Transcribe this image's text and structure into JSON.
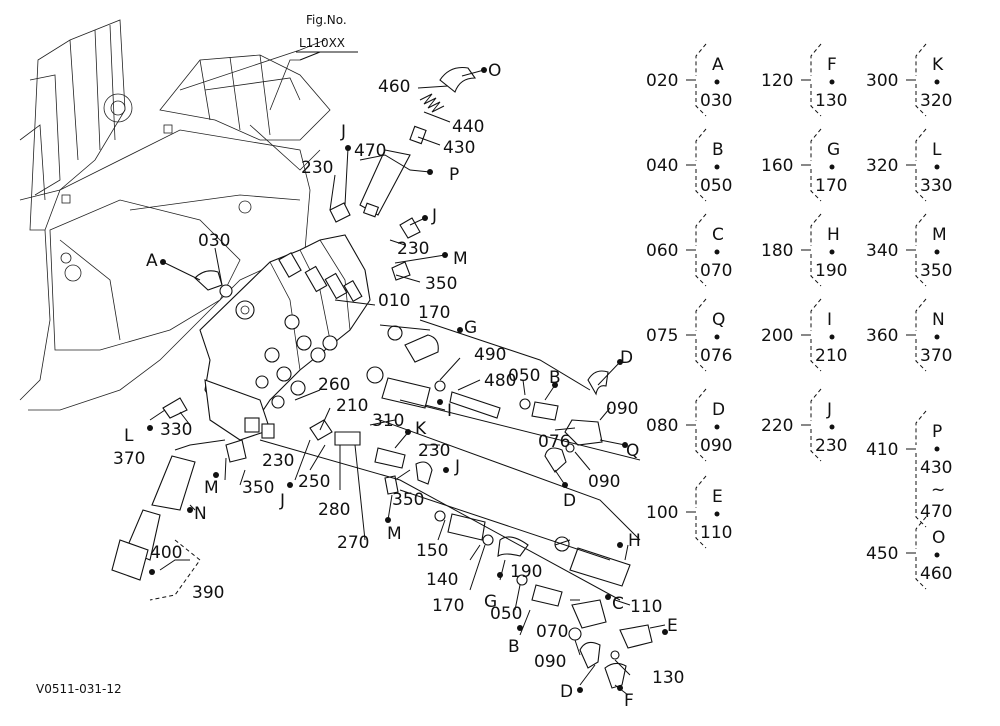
{
  "figure": {
    "label": "Fig.No.",
    "number": "L110XX",
    "code": "V0511-031-12"
  },
  "callouts": [
    {
      "t": "460"
    },
    {
      "t": "O"
    },
    {
      "t": "440"
    },
    {
      "t": "430"
    },
    {
      "t": "470"
    },
    {
      "t": "J"
    },
    {
      "t": "P"
    },
    {
      "t": "230"
    },
    {
      "t": "J"
    },
    {
      "t": "230"
    },
    {
      "t": "M"
    },
    {
      "t": "350"
    },
    {
      "t": "A"
    },
    {
      "t": "030"
    },
    {
      "t": "010"
    },
    {
      "t": "170"
    },
    {
      "t": "G"
    },
    {
      "t": "490"
    },
    {
      "t": "480"
    },
    {
      "t": "I"
    },
    {
      "t": "050"
    },
    {
      "t": "B"
    },
    {
      "t": "D"
    },
    {
      "t": "090"
    },
    {
      "t": "076"
    },
    {
      "t": "Q"
    },
    {
      "t": "090"
    },
    {
      "t": "D"
    },
    {
      "t": "L"
    },
    {
      "t": "330"
    },
    {
      "t": "370"
    },
    {
      "t": "260"
    },
    {
      "t": "210"
    },
    {
      "t": "310"
    },
    {
      "t": "K"
    },
    {
      "t": "230"
    },
    {
      "t": "230"
    },
    {
      "t": "M"
    },
    {
      "t": "350"
    },
    {
      "t": "J"
    },
    {
      "t": "250"
    },
    {
      "t": "J"
    },
    {
      "t": "350"
    },
    {
      "t": "280"
    },
    {
      "t": "M"
    },
    {
      "t": "270"
    },
    {
      "t": "N"
    },
    {
      "t": "150"
    },
    {
      "t": "H"
    },
    {
      "t": "190"
    },
    {
      "t": "400"
    },
    {
      "t": "140"
    },
    {
      "t": "390"
    },
    {
      "t": "170"
    },
    {
      "t": "G"
    },
    {
      "t": "C"
    },
    {
      "t": "050"
    },
    {
      "t": "070"
    },
    {
      "t": "110"
    },
    {
      "t": "E"
    },
    {
      "t": "B"
    },
    {
      "t": "090"
    },
    {
      "t": "130"
    },
    {
      "t": "D"
    },
    {
      "t": "F"
    }
  ],
  "legend": [
    {
      "code": "020",
      "letter": "A",
      "to": "030"
    },
    {
      "code": "040",
      "letter": "B",
      "to": "050"
    },
    {
      "code": "060",
      "letter": "C",
      "to": "070"
    },
    {
      "code": "075",
      "letter": "Q",
      "to": "076"
    },
    {
      "code": "080",
      "letter": "D",
      "to": "090"
    },
    {
      "code": "100",
      "letter": "E",
      "to": "110"
    },
    {
      "code": "120",
      "letter": "F",
      "to": "130"
    },
    {
      "code": "160",
      "letter": "G",
      "to": "170"
    },
    {
      "code": "180",
      "letter": "H",
      "to": "190"
    },
    {
      "code": "200",
      "letter": "I",
      "to": "210"
    },
    {
      "code": "220",
      "letter": "J",
      "to": "230"
    },
    {
      "code": "300",
      "letter": "K",
      "to": "320"
    },
    {
      "code": "320",
      "letter": "L",
      "to": "330"
    },
    {
      "code": "340",
      "letter": "M",
      "to": "350"
    },
    {
      "code": "360",
      "letter": "N",
      "to": "370"
    },
    {
      "code": "410",
      "letter": "P",
      "to": "430",
      "range_mark": "~",
      "range_end": "470"
    },
    {
      "code": "450",
      "letter": "O",
      "to": "460"
    }
  ]
}
